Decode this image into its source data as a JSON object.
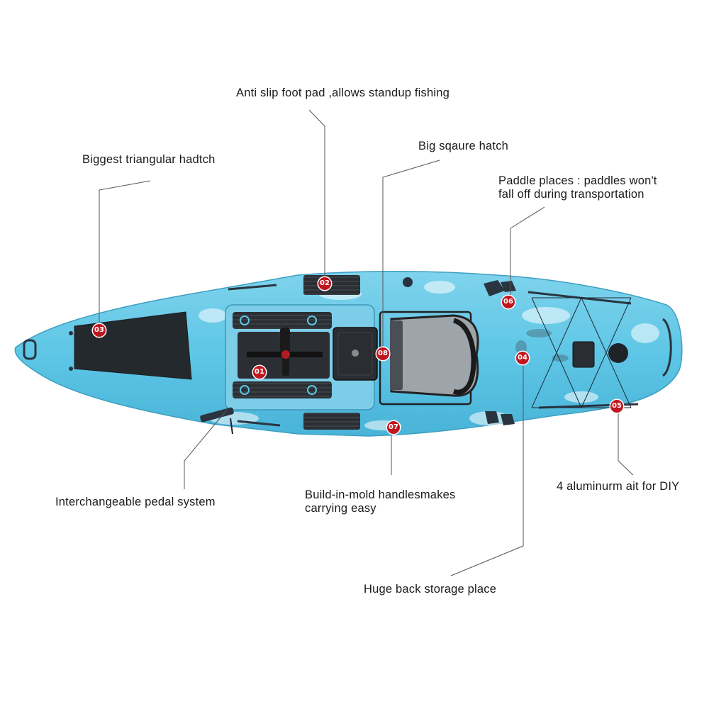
{
  "colors": {
    "hull": "#5ec6e6",
    "hull_light": "#a8e3f3",
    "deck_pad": "#2b2f33",
    "badge": "#c0161f",
    "leader": "#555555"
  },
  "callouts": [
    {
      "id": "foot-pad",
      "lines": [
        "Anti slip foot pad ,allows standup fishing"
      ],
      "badge": "02"
    },
    {
      "id": "square-hatch",
      "lines": [
        "Big sqaure hatch"
      ],
      "badge": "08"
    },
    {
      "id": "triangular-hatch",
      "lines": [
        "Biggest triangular hadtch"
      ],
      "badge": "03"
    },
    {
      "id": "paddle-places",
      "lines": [
        "Paddle places : paddles won't",
        "fall off during transportation"
      ],
      "badge": "06"
    },
    {
      "id": "aluminum-rail",
      "lines": [
        "4 aluminurm ait for DIY"
      ],
      "badge": "05"
    },
    {
      "id": "pedal-system",
      "lines": [
        "Interchangeable pedal system"
      ],
      "badge": "01"
    },
    {
      "id": "handles",
      "lines": [
        "Build-in-mold handlesmakes",
        "carrying easy"
      ],
      "badge": "07"
    },
    {
      "id": "back-storage",
      "lines": [
        "Huge back storage place"
      ],
      "badge": "04"
    }
  ]
}
